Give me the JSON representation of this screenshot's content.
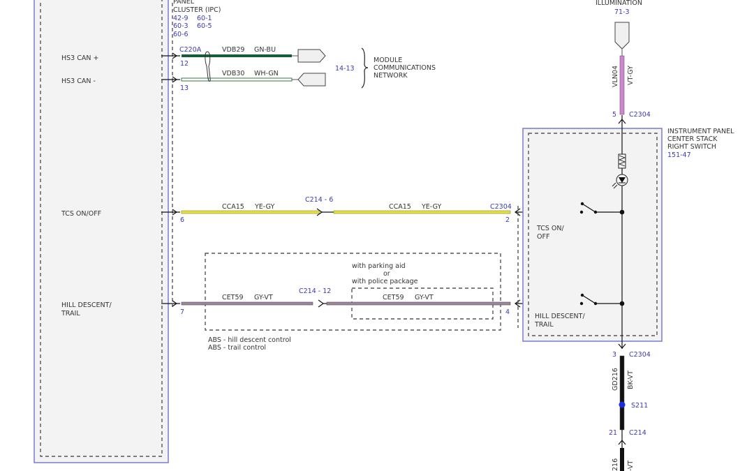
{
  "left_module": {
    "title_lines": [
      "PANEL",
      "CLUSTER (IPC)"
    ],
    "refs": [
      "42-9",
      "60-1",
      "60-3",
      "60-5",
      "60-6"
    ],
    "pins": [
      {
        "label": "HS3 CAN +",
        "pin": "12"
      },
      {
        "label": "HS3 CAN -",
        "pin": "13"
      },
      {
        "label": "TCS ON/OFF",
        "pin": "6"
      },
      {
        "label_lines": [
          "HILL DESCENT/",
          "TRAIL"
        ],
        "pin": "7"
      }
    ],
    "connector": "C220A"
  },
  "can_wires": [
    {
      "circuit": "VDB29",
      "color_code": "GN-BU",
      "color": "#1a5c3a"
    },
    {
      "circuit": "VDB30",
      "color_code": "WH-GN",
      "color": "#ffffff",
      "stripe": "#2f7a3f"
    }
  ],
  "network": {
    "ref": "14-13",
    "label_lines": [
      "MODULE",
      "COMMUNICATIONS",
      "NETWORK"
    ]
  },
  "tcs_wire": {
    "segments": [
      {
        "circuit": "CCA15",
        "color_code": "YE-GY"
      },
      {
        "circuit": "CCA15",
        "color_code": "YE-GY"
      }
    ],
    "inline_connector": "C214 - 6",
    "end_connector": "C2304",
    "end_pin": "2",
    "color": "#e6e040"
  },
  "hill_wire": {
    "segments": [
      {
        "circuit": "CET59",
        "color_code": "GY-VT"
      },
      {
        "circuit": "CET59",
        "color_code": "GY-VT"
      }
    ],
    "inline_connector": "C214 - 12",
    "end_pin": "4",
    "color": "#9a8898",
    "option_note_lines": [
      "with parking aid",
      "or",
      "with police package"
    ],
    "abs_note_lines": [
      "ABS - hill descent control",
      "ABS - trail control"
    ]
  },
  "illumination": {
    "title": "ILLUMINATION",
    "ref": "71-3",
    "circuit": "VLN04",
    "color_code": "VT-GY",
    "color": "#cc88cc",
    "pin": "5",
    "connector": "C2304"
  },
  "right_switch": {
    "title_lines": [
      "INSTRUMENT PANEL",
      "CENTER STACK",
      "RIGHT SWITCH"
    ],
    "ref": "151-47",
    "switch_labels": [
      [
        "TCS ON/",
        "OFF"
      ],
      [
        "HILL DESCENT/",
        "TRAIL"
      ]
    ]
  },
  "ground": {
    "pin_top": "3",
    "connector_top": "C2304",
    "circuit": "GD216",
    "color_code": "BK-VT",
    "splice": "S211",
    "pin_bottom": "21",
    "connector_bottom": "C214",
    "circuit_bottom_partial": "216",
    "color_code_bottom_partial": "-VT",
    "color": "#111111",
    "splice_color": "#1a2ee0"
  }
}
